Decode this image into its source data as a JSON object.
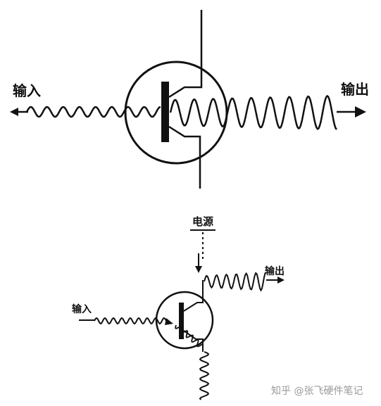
{
  "diagram_top": {
    "input_label": "输入",
    "output_label": "输出"
  },
  "diagram_bottom": {
    "power_label": "电源",
    "input_label": "输入",
    "output_label": "输出"
  },
  "watermark": {
    "text": "知乎 @张飞硬件笔记"
  },
  "colors": {
    "ink": "#111111",
    "watermark": "#9a9a9a"
  }
}
